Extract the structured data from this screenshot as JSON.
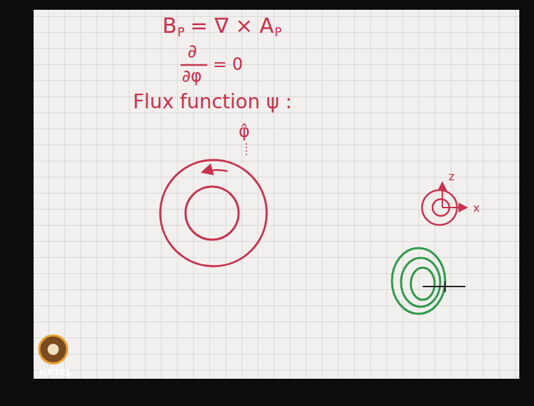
{
  "diagram": {
    "labels": [
      "B",
      "P",
      "= ∇ × A",
      "P",
      "∂",
      "∂φ",
      "= 0",
      "Flux function ψ :",
      "φ̂",
      "z",
      "x",
      "NPTEL"
    ]
  }
}
